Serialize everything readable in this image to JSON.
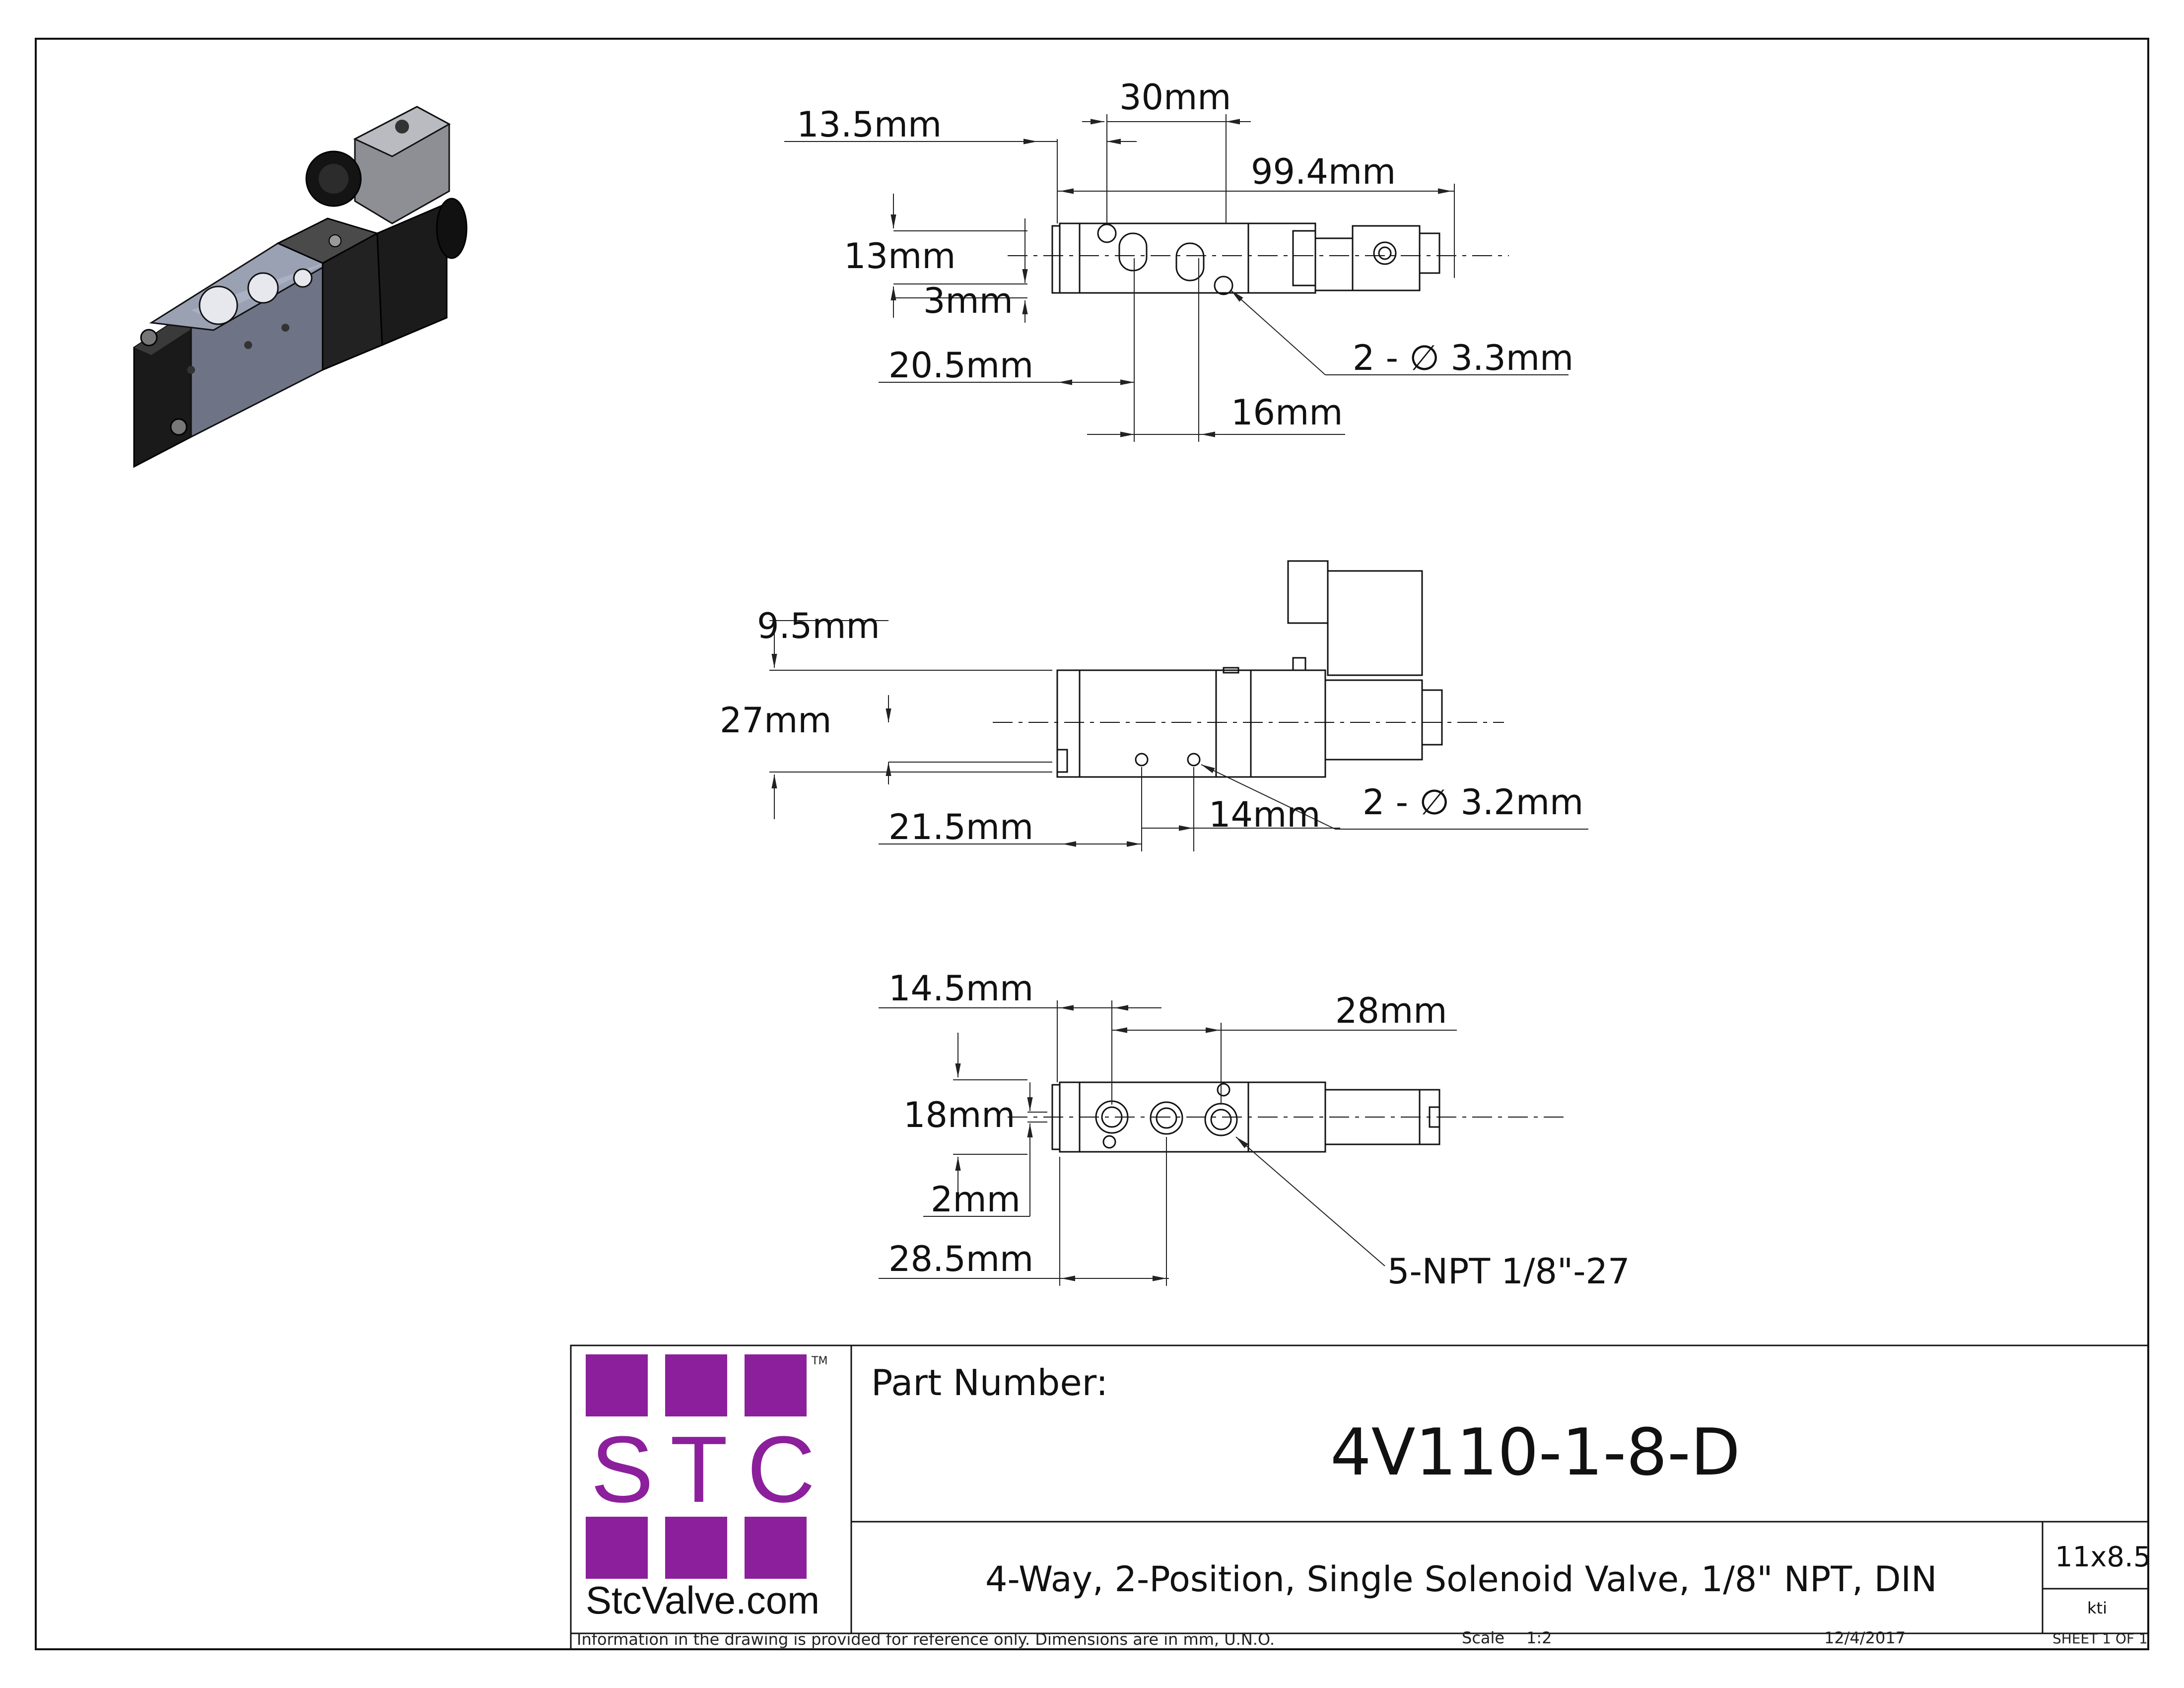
{
  "views": {
    "top": {
      "dims": [
        "13.5mm",
        "30mm",
        "99.4mm",
        "13mm",
        "3mm",
        "20.5mm",
        "2 - ∅ 3.3mm",
        "16mm"
      ]
    },
    "front": {
      "dims": [
        "9.5mm",
        "27mm",
        "21.5mm",
        "14mm",
        "2 - ∅ 3.2mm"
      ]
    },
    "bottom": {
      "dims": [
        "14.5mm",
        "28mm",
        "18mm",
        "2mm",
        "28.5mm",
        "5-NPT 1/8\"-27"
      ]
    }
  },
  "logo": {
    "letters": [
      "S",
      "T",
      "C"
    ],
    "tm": "TM",
    "website": "StcValve.com",
    "color": "#8c1f9c"
  },
  "title_block": {
    "part_number_label": "Part Number:",
    "part_number": "4V110-1-8-D",
    "description": "4-Way, 2-Position, Single Solenoid Valve, 1/8\" NPT, DIN",
    "sheet_size": "11x8.5",
    "drawn_by": "kti",
    "info_note": "Information in the drawing is provided for reference only. Dimensions are in mm, U.N.O.",
    "scale_label": "Scale",
    "scale_value": "1:2",
    "date": "12/4/2017",
    "sheet": "SHEET 1 OF 1"
  }
}
